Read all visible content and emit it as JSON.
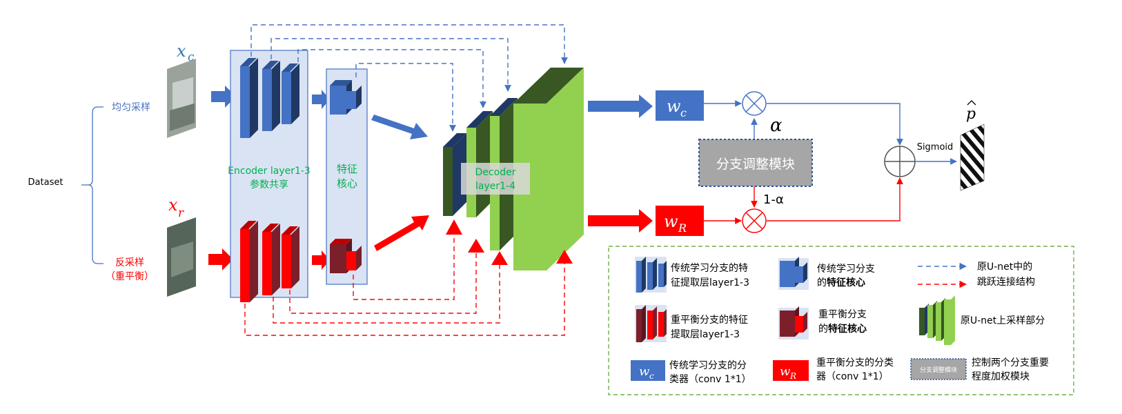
{
  "dataset_label": "Dataset",
  "branch_uniform": "均匀采样",
  "branch_rebalance_line1": "反采样",
  "branch_rebalance_line2": "（重平衡）",
  "input_c_symbol": "x",
  "input_c_sub": "c",
  "input_r_symbol": "x",
  "input_r_sub": "r",
  "encoder_line1": "Encoder layer1-3",
  "encoder_line2": "参数共享",
  "core_line1": "特征",
  "core_line2": "核心",
  "decoder_line1": "Decoder",
  "decoder_line2": "layer1-4",
  "wc_symbol": "w",
  "wc_sub": "c",
  "wr_symbol": "w",
  "wr_sub": "R",
  "alpha": "α",
  "one_minus_alpha": "1-α",
  "adjust_module": "分支调整模块",
  "sigmoid": "Sigmoid",
  "p_hat": "p",
  "colors": {
    "blue": "#4472C4",
    "red": "#FF0000",
    "green": "#92D050",
    "panel": "#DAE3F3",
    "legend_border": "#70AD47",
    "text_blue": "#2E75B6",
    "text_green": "#00B050"
  },
  "legend": {
    "blue_layers_l1": "传统学习分支的特",
    "blue_layers_l2": "征提取层layer1-3",
    "blue_core_l1": "传统学习分支",
    "blue_core_l2a": "的",
    "blue_core_l2b": "特征核心",
    "skip_l1": "原U-net中的",
    "skip_l2": "跳跃连接结构",
    "red_layers_l1": "重平衡分支的特征",
    "red_layers_l2": "提取层layer1-3",
    "red_core_l1": "重平衡分支",
    "red_core_l2a": "的",
    "red_core_l2b": "特征核心",
    "green_l1": "原U-net上采样部分",
    "wc_l1": "传统学习分支的分",
    "wc_l2": "类器（conv 1*1）",
    "wr_l1": "重平衡分支的分类",
    "wr_l2": "器（conv 1*1）",
    "module_small": "分支调整模块",
    "module_l1": "控制两个分支重要",
    "module_l2": "程度加权模块"
  }
}
